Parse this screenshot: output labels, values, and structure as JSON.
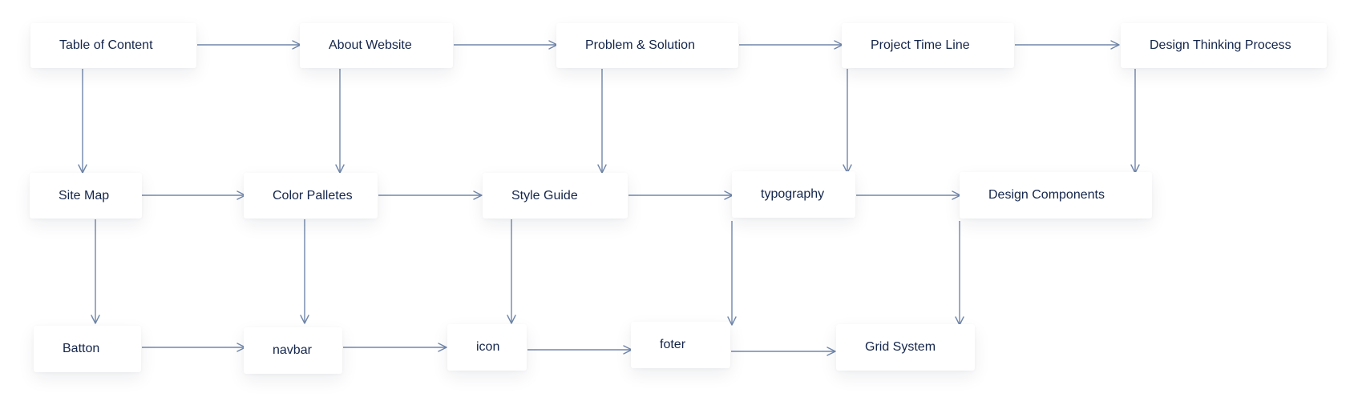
{
  "diagram": {
    "nodes": [
      {
        "id": "table-of-content",
        "label": "Table of Content"
      },
      {
        "id": "about-website",
        "label": "About Website"
      },
      {
        "id": "problem-solution",
        "label": "Problem & Solution"
      },
      {
        "id": "project-time-line",
        "label": "Project Time Line"
      },
      {
        "id": "design-thinking-process",
        "label": "Design Thinking Process"
      },
      {
        "id": "site-map",
        "label": "Site Map"
      },
      {
        "id": "color-palletes",
        "label": "Color Palletes"
      },
      {
        "id": "style-guide",
        "label": "Style Guide"
      },
      {
        "id": "typography",
        "label": "typography"
      },
      {
        "id": "design-components",
        "label": "Design Components"
      },
      {
        "id": "batton",
        "label": "Batton"
      },
      {
        "id": "navbar",
        "label": "navbar"
      },
      {
        "id": "icon",
        "label": "icon"
      },
      {
        "id": "foter",
        "label": "foter"
      },
      {
        "id": "grid-system",
        "label": "Grid System"
      }
    ],
    "edges": [
      {
        "from": "table-of-content",
        "to": "about-website"
      },
      {
        "from": "about-website",
        "to": "problem-solution"
      },
      {
        "from": "problem-solution",
        "to": "project-time-line"
      },
      {
        "from": "project-time-line",
        "to": "design-thinking-process"
      },
      {
        "from": "site-map",
        "to": "color-palletes"
      },
      {
        "from": "color-palletes",
        "to": "style-guide"
      },
      {
        "from": "style-guide",
        "to": "typography"
      },
      {
        "from": "typography",
        "to": "design-components"
      },
      {
        "from": "batton",
        "to": "navbar"
      },
      {
        "from": "navbar",
        "to": "icon"
      },
      {
        "from": "icon",
        "to": "foter"
      },
      {
        "from": "foter",
        "to": "grid-system"
      },
      {
        "from": "table-of-content",
        "to": "site-map"
      },
      {
        "from": "about-website",
        "to": "color-palletes"
      },
      {
        "from": "problem-solution",
        "to": "style-guide"
      },
      {
        "from": "project-time-line",
        "to": "typography"
      },
      {
        "from": "design-thinking-process",
        "to": "design-components"
      },
      {
        "from": "site-map",
        "to": "batton"
      },
      {
        "from": "color-palletes",
        "to": "navbar"
      },
      {
        "from": "style-guide",
        "to": "icon"
      },
      {
        "from": "typography",
        "to": "foter"
      },
      {
        "from": "design-components",
        "to": "grid-system"
      }
    ]
  },
  "colors": {
    "node_text": "#14254b",
    "connector": "#7187aa",
    "node_background": "#ffffff",
    "canvas_background": "#ffffff"
  }
}
